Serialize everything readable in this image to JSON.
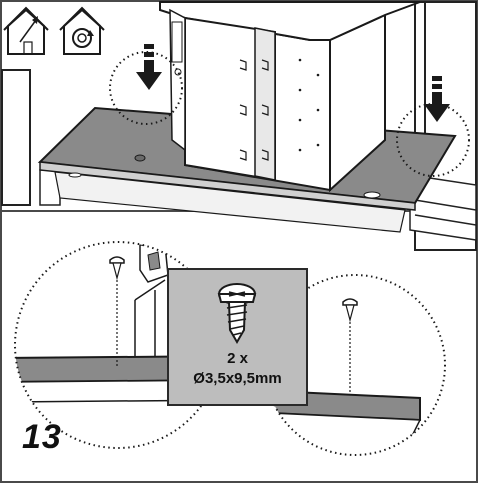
{
  "step": {
    "number": "13"
  },
  "screw_callout": {
    "quantity": "2 x",
    "size": "Ø3,5x9,5mm"
  },
  "icons": {
    "top_left": [
      "house-chimney-icon",
      "house-recirculation-icon"
    ]
  },
  "colors": {
    "frame": "#4a4a4a",
    "panel": "#8a8a8a",
    "callout_bg": "#bdbdbd",
    "lines": "#1a1a1a"
  }
}
